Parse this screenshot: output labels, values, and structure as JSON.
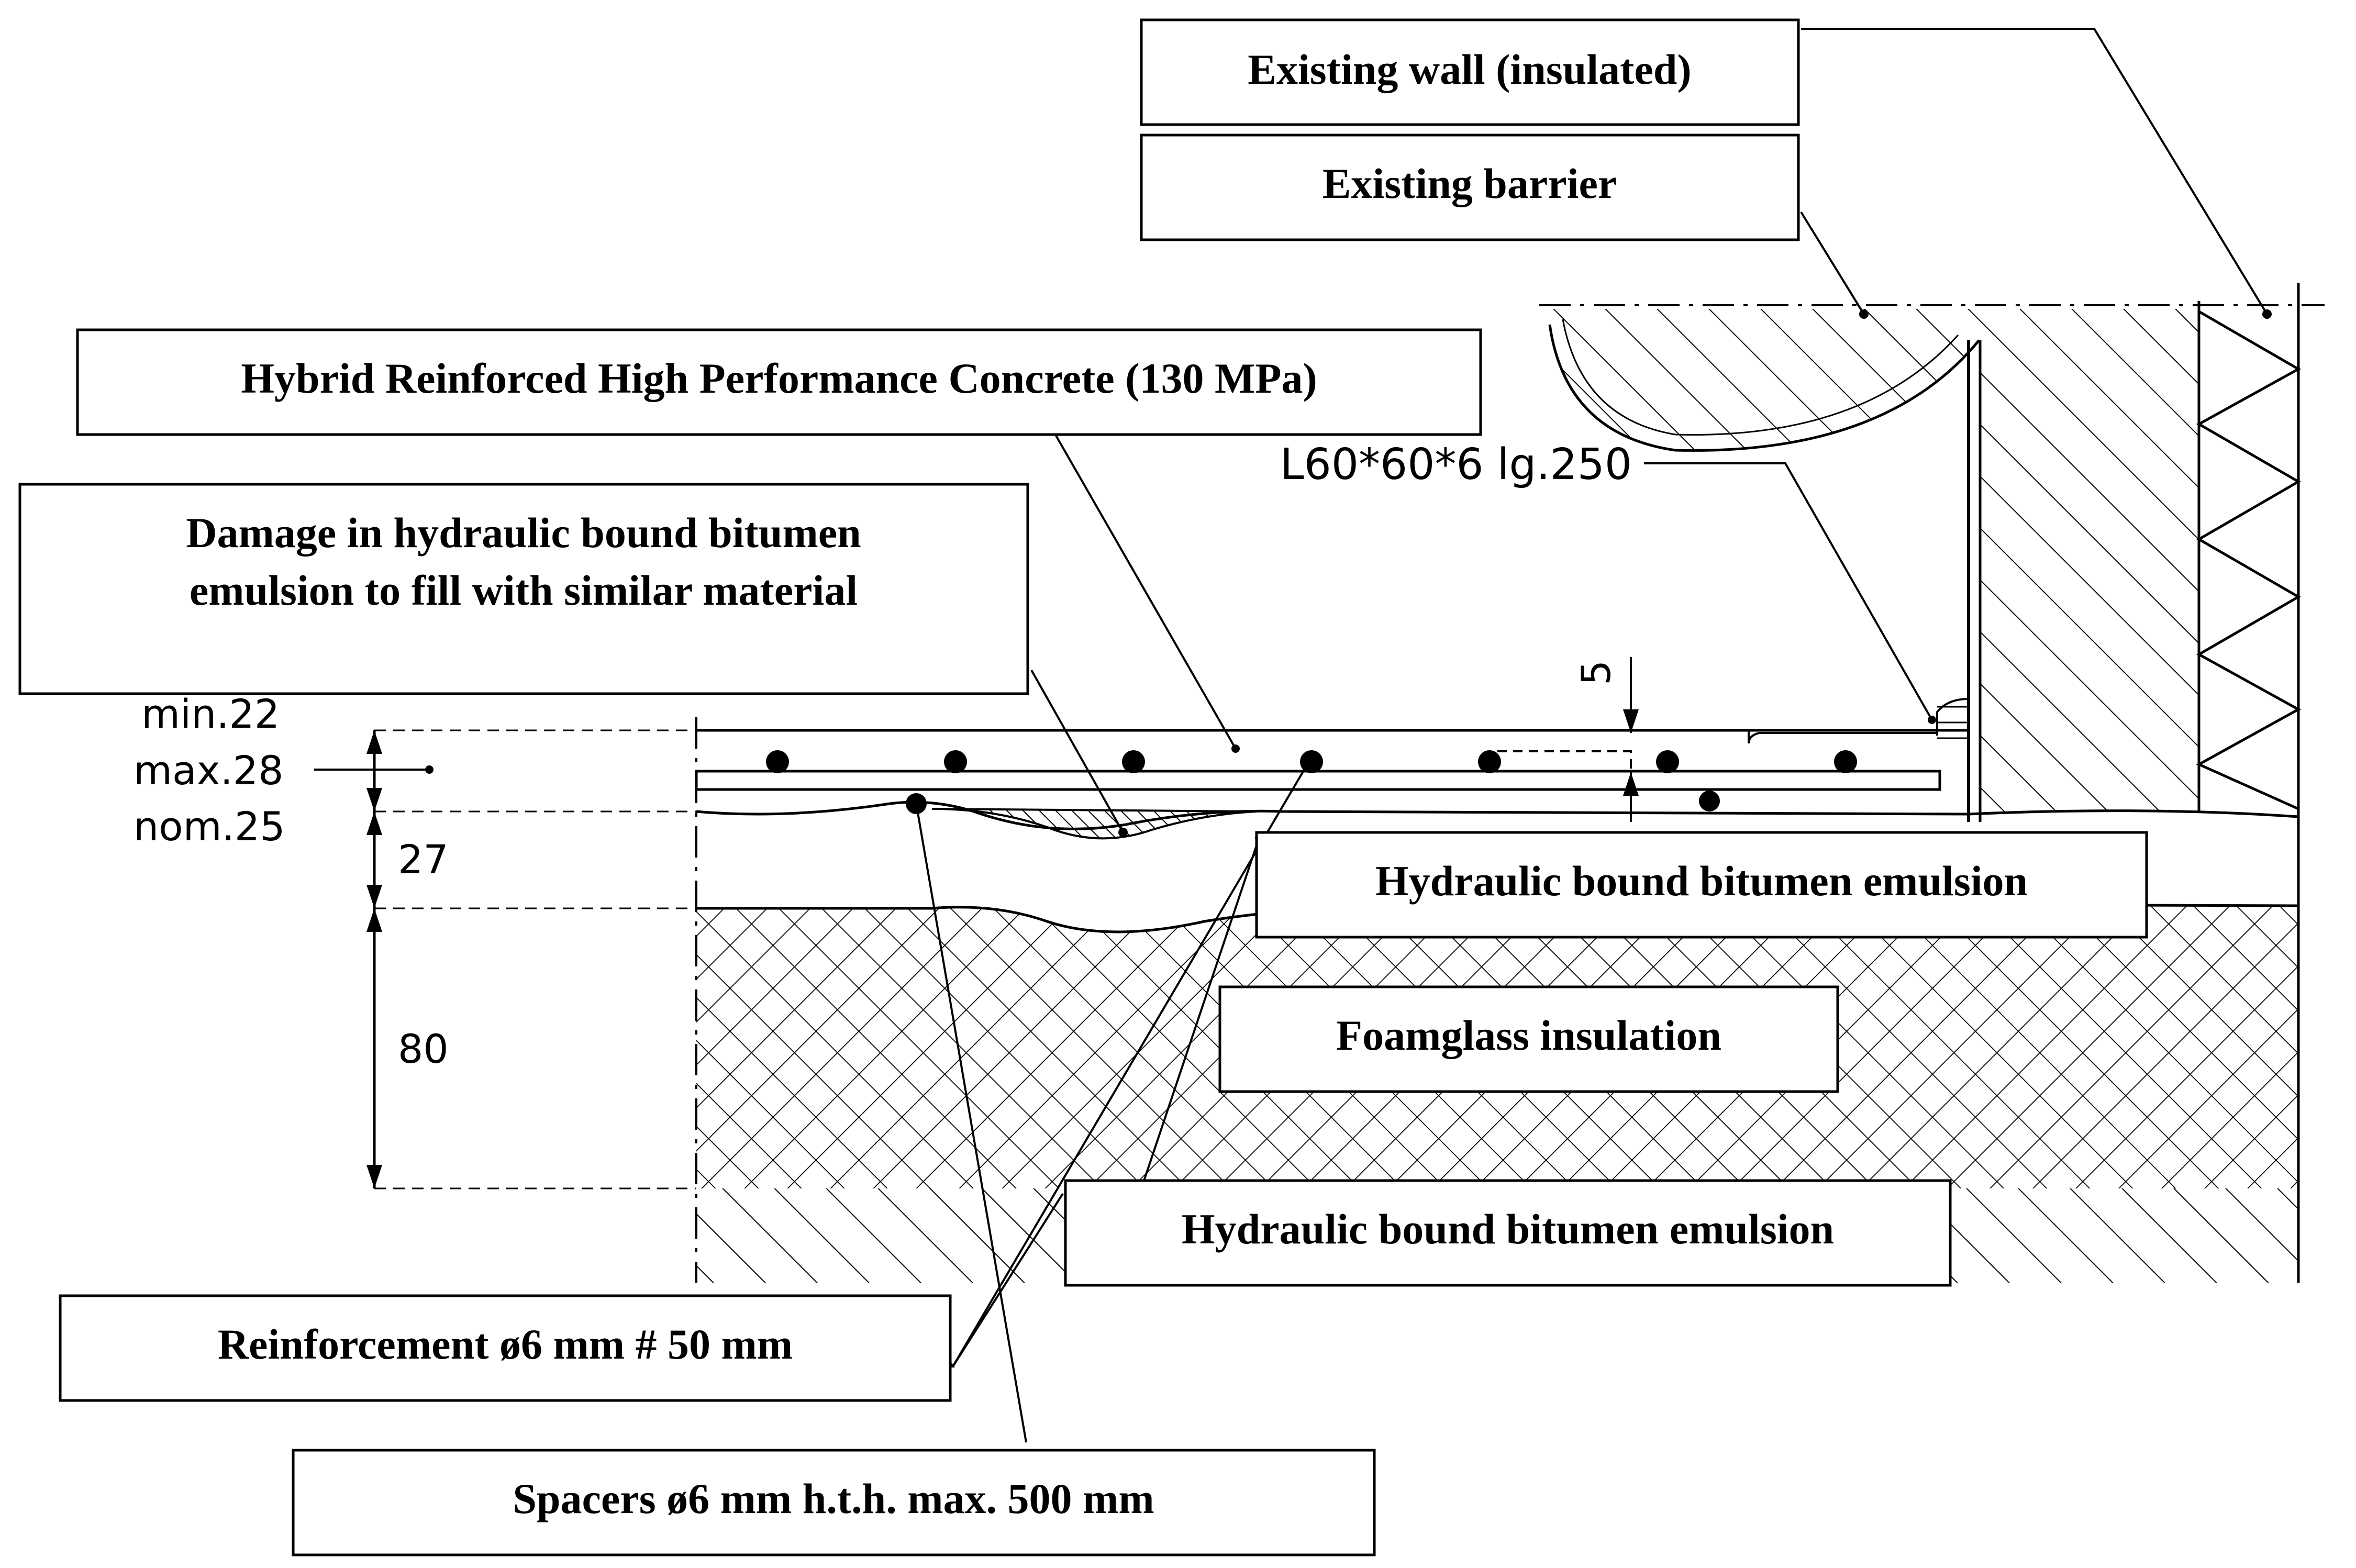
{
  "labels": {
    "existing_wall": "Existing wall (insulated)",
    "existing_barrier": "Existing barrier",
    "hrhpc": "Hybrid Reinforced High Performance Concrete (130 MPa)",
    "damage_line1": "Damage in hydraulic bound bitumen",
    "damage_line2": "emulsion to fill with similar material",
    "hbbe_upper": "Hydraulic bound bitumen emulsion",
    "foamglass": "Foamglass insulation",
    "hbbe_lower": "Hydraulic bound bitumen emulsion",
    "reinforcement": "Reinforcement ø6 mm # 50 mm",
    "spacers": "Spacers ø6 mm h.t.h. max. 500 mm",
    "angle": "L60*60*6 lg.250"
  },
  "dimensions": {
    "min": "min.22",
    "max": "max.28",
    "nom": "nom.25",
    "insert_gap": "5",
    "layer_hbbe": "27",
    "layer_foamglass": "80"
  }
}
